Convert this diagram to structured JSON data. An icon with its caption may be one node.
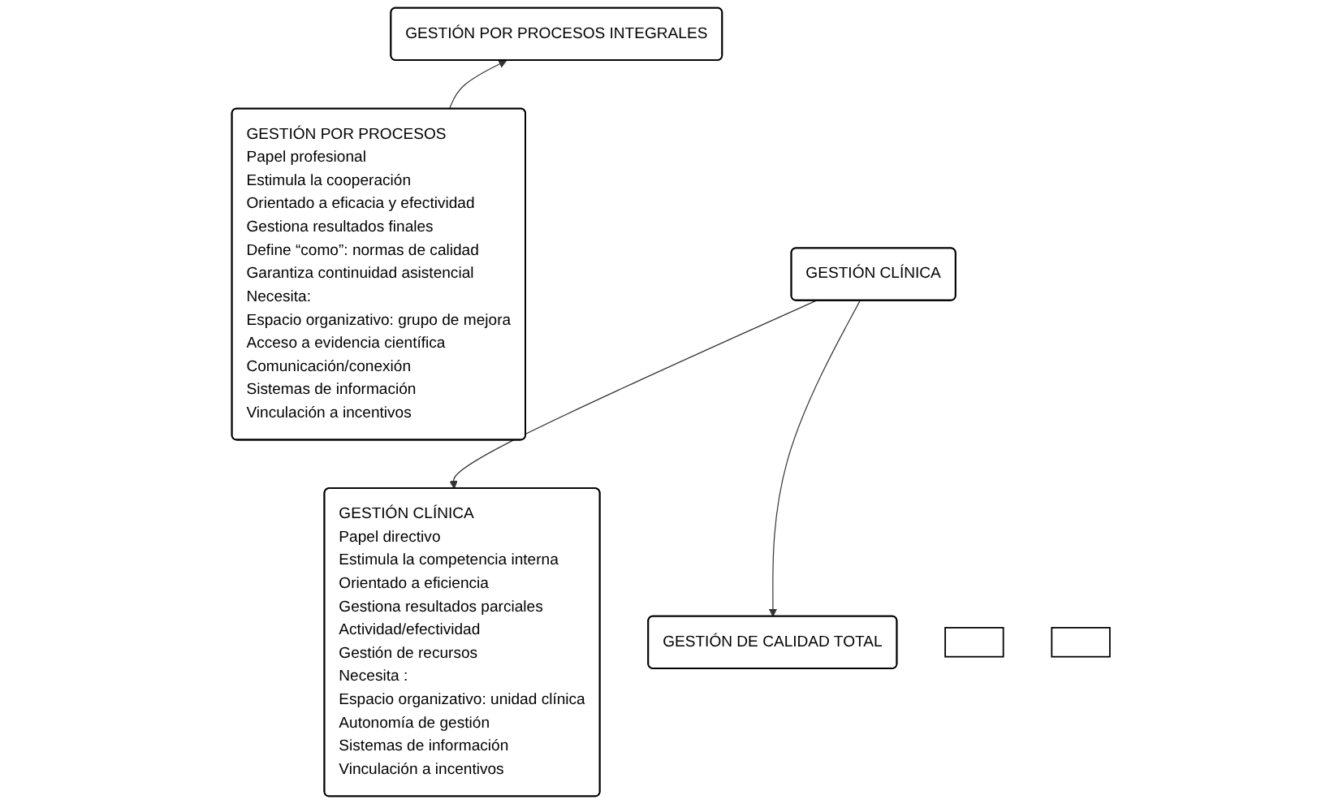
{
  "diagram": {
    "nodes": [
      {
        "text": [
          "GESTIÓN POR PROCESOS INTEGRALES"
        ]
      },
      {
        "text": [
          "GESTIÓN POR PROCESOS",
          "Papel profesional",
          "Estimula la cooperación",
          "Orientado a eficacia y efectividad",
          "Gestiona resultados finales",
          "Define “como”: normas de calidad",
          "Garantiza continuidad asistencial",
          "Necesita:",
          "Espacio organizativo: grupo de mejora",
          "Acceso a evidencia científica",
          "Comunicación/conexión",
          "Sistemas de información",
          "Vinculación a incentivos"
        ]
      },
      {
        "text": [
          "GESTIÓN CLÍNICA"
        ]
      },
      {
        "text": [
          "GESTIÓN CLÍNICA",
          "Papel directivo",
          "Estimula la competencia interna",
          "Orientado a eficiencia",
          "Gestiona resultados parciales",
          "Actividad/efectividad",
          "Gestión de recursos",
          "Necesita :",
          "Espacio organizativo: unidad clínica",
          "Autonomía de gestión",
          "Sistemas de información",
          "Vinculación a incentivos"
        ]
      },
      {
        "text": [],
        "shape": "box"
      },
      {
        "text": [],
        "shape": "box"
      },
      {
        "text": [
          "GESTIÓN DE CALIDAD TOTAL"
        ]
      }
    ],
    "edges": [
      {
        "from": 1,
        "to": 0,
        "arrow": "to"
      },
      {
        "from": 2,
        "to": 3,
        "arrow": "to"
      },
      {
        "from": 2,
        "to": 6,
        "arrow": "to"
      }
    ]
  }
}
